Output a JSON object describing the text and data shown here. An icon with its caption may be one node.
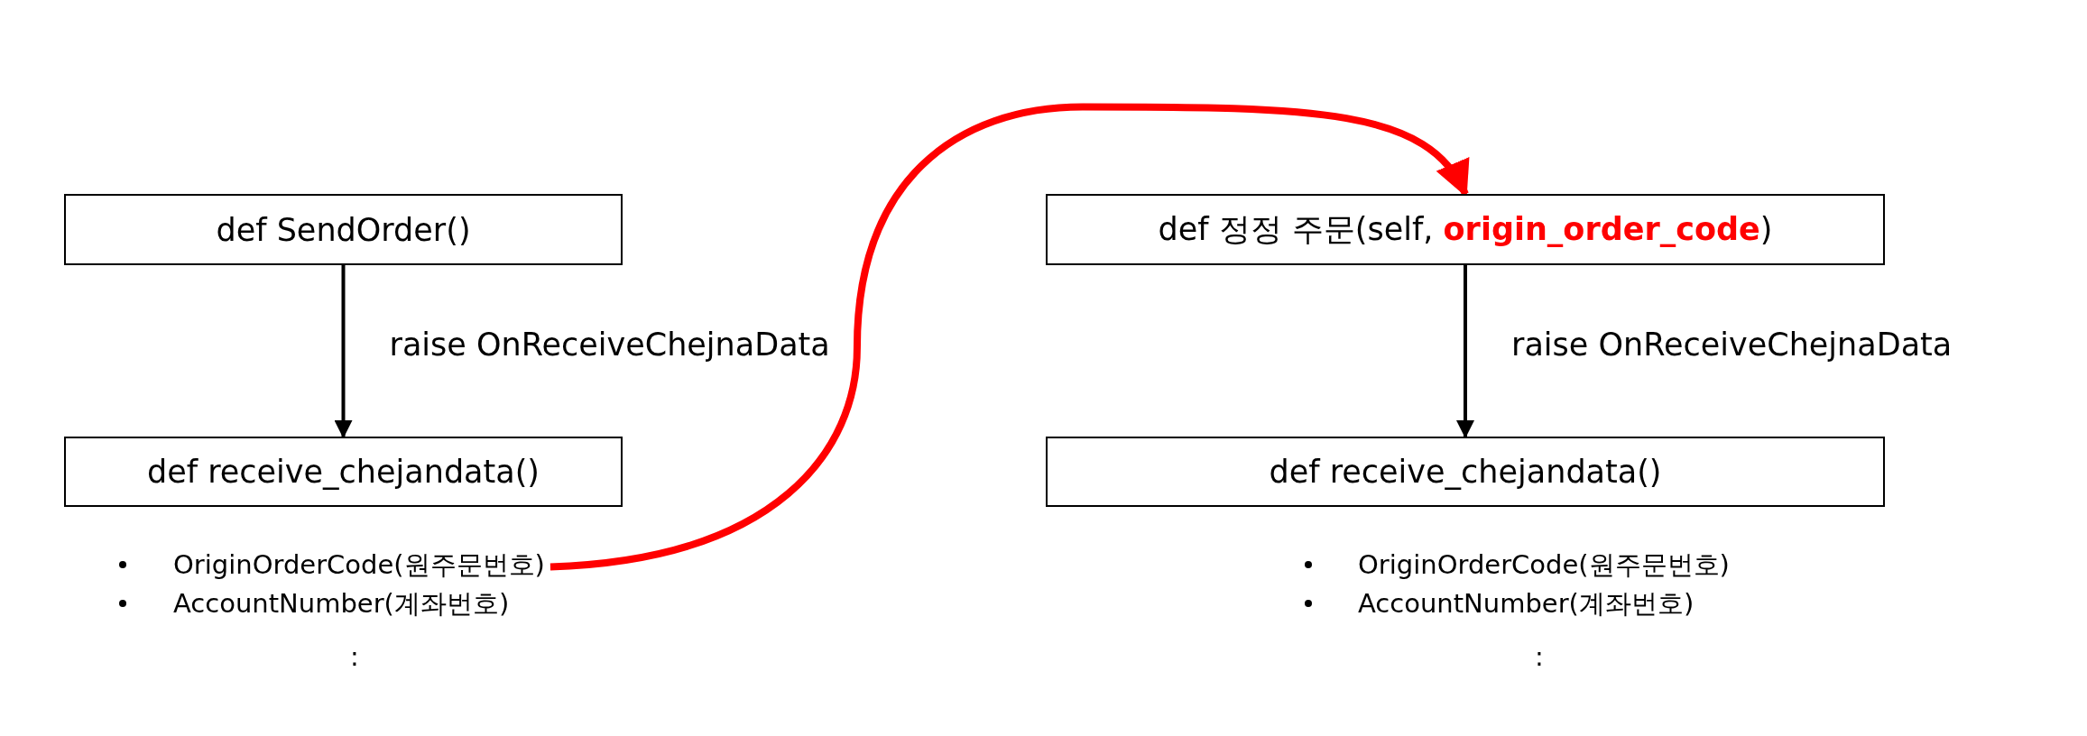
{
  "diagram": {
    "nodes": [
      {
        "text": [
          "def SendOrder()"
        ]
      },
      {
        "text": [
          "def receive_chejandata()"
        ]
      },
      {
        "text": [
          "OriginOrderCode(원주문번호)"
        ]
      },
      {
        "text": [
          "def 정정 주문(self, **origin_order_code**)"
        ]
      },
      {
        "text": [
          "def receive_chejandata()"
        ]
      }
    ],
    "edges": [
      {
        "from": 0,
        "to": 1,
        "arrow": "to",
        "label": "raise OnReceiveChejnaData"
      },
      {
        "from": 2,
        "to": 3,
        "arrow": "to",
        "style": "thick",
        "color": "#ff0000"
      },
      {
        "from": 3,
        "to": 4,
        "arrow": "to",
        "label": "raise OnReceiveChejnaData"
      }
    ],
    "labels": [
      "OriginOrderCode(원주문번호)",
      "AccountNumber(계좌번호)",
      "AccountNumber(계좌번호)",
      ":",
      ":"
    ]
  }
}
